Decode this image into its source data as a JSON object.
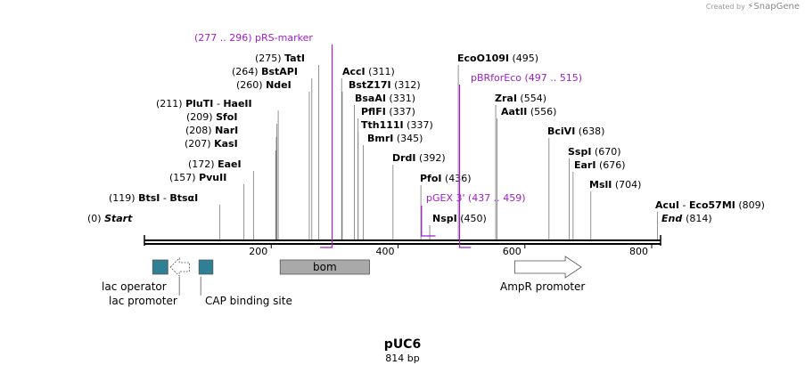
{
  "watermark": {
    "created_by": "Created by",
    "brand": "SnapGene"
  },
  "plasmid": {
    "name": "pUC6",
    "length_label": "814 bp",
    "length": 814
  },
  "start": {
    "pos": 0,
    "label": "Start"
  },
  "end": {
    "pos": 814,
    "label": "End"
  },
  "axis": {
    "ticks": [
      200,
      400,
      600,
      800
    ]
  },
  "colors": {
    "backbone": "#000000",
    "primer": "#a020c8",
    "feature_teal": "#2f7f95",
    "feature_gray": "#a9a9a9"
  },
  "enzymes": [
    {
      "names": [
        "BtsI",
        "BtsαI"
      ],
      "pos": 119
    },
    {
      "names": [
        "PvuII"
      ],
      "pos": 157
    },
    {
      "names": [
        "EaeI"
      ],
      "pos": 172
    },
    {
      "names": [
        "KasI"
      ],
      "pos": 207
    },
    {
      "names": [
        "NarI"
      ],
      "pos": 208
    },
    {
      "names": [
        "SfoI"
      ],
      "pos": 209
    },
    {
      "names": [
        "PluTI",
        "HaeII"
      ],
      "pos": 211
    },
    {
      "names": [
        "NdeI"
      ],
      "pos": 260
    },
    {
      "names": [
        "BstAPI"
      ],
      "pos": 264
    },
    {
      "names": [
        "TatI"
      ],
      "pos": 275
    },
    {
      "names": [
        "AccI"
      ],
      "pos": 311
    },
    {
      "names": [
        "BstZ17I"
      ],
      "pos": 312
    },
    {
      "names": [
        "BsaAI"
      ],
      "pos": 331
    },
    {
      "names": [
        "PflFI"
      ],
      "pos": 337
    },
    {
      "names": [
        "Tth111I"
      ],
      "pos": 337
    },
    {
      "names": [
        "BmrI"
      ],
      "pos": 345
    },
    {
      "names": [
        "DrdI"
      ],
      "pos": 392
    },
    {
      "names": [
        "PfoI"
      ],
      "pos": 436
    },
    {
      "names": [
        "NspI"
      ],
      "pos": 450
    },
    {
      "names": [
        "EcoO109I"
      ],
      "pos": 495
    },
    {
      "names": [
        "ZraI"
      ],
      "pos": 554
    },
    {
      "names": [
        "AatII"
      ],
      "pos": 556
    },
    {
      "names": [
        "BciVI"
      ],
      "pos": 638
    },
    {
      "names": [
        "SspI"
      ],
      "pos": 670
    },
    {
      "names": [
        "EarI"
      ],
      "pos": 676
    },
    {
      "names": [
        "MslI"
      ],
      "pos": 704
    },
    {
      "names": [
        "AcuI",
        "Eco57MI"
      ],
      "pos": 809
    }
  ],
  "primers": [
    {
      "name": "pRS-marker",
      "range": "(277 .. 296)",
      "start": 277,
      "end": 296
    },
    {
      "name": "pBRforEco",
      "range": "(497 .. 515)",
      "start": 497,
      "end": 515
    },
    {
      "name": "pGEX 3'",
      "range": "(437 .. 459)",
      "start": 437,
      "end": 459
    }
  ],
  "features": [
    {
      "name": "lac operator",
      "type": "box",
      "color": "teal",
      "start": 13,
      "end": 37
    },
    {
      "name": "lac promoter",
      "type": "arrow-left",
      "color": "white-dashed",
      "start": 41,
      "end": 71
    },
    {
      "name": "CAP binding site",
      "type": "box",
      "color": "teal",
      "start": 86,
      "end": 108
    },
    {
      "name": "bom",
      "type": "box",
      "color": "gray",
      "start": 214,
      "end": 355
    },
    {
      "name": "AmpR promoter",
      "type": "arrow-right",
      "color": "white",
      "start": 584,
      "end": 689
    }
  ]
}
